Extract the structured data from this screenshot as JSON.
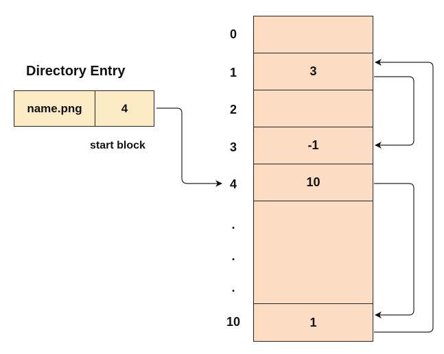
{
  "directory": {
    "title": "Directory Entry",
    "file_name": "name.png",
    "start_block": "4",
    "start_caption": "start block"
  },
  "fat": {
    "rows": [
      {
        "index": "0",
        "value": ""
      },
      {
        "index": "1",
        "value": "3"
      },
      {
        "index": "2",
        "value": ""
      },
      {
        "index": "3",
        "value": "-1"
      },
      {
        "index": "4",
        "value": "10"
      },
      {
        "index": ".",
        "value": ""
      },
      {
        "index": ".",
        "value": ""
      },
      {
        "index": ".",
        "value": ""
      },
      {
        "index": "10",
        "value": "1"
      }
    ]
  },
  "colors": {
    "entry_fill": "#fbebc4",
    "table_fill": "#fcdcc3",
    "line": "#222222"
  }
}
